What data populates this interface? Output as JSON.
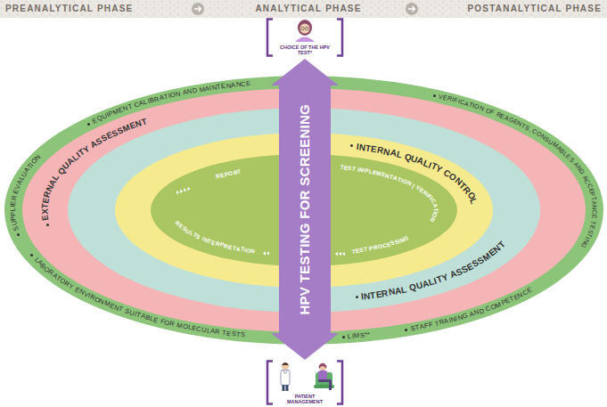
{
  "diagram": {
    "nodes": [
      {
        "text": [
          "CHOICE OF THE HPV TEST*"
        ]
      },
      {
        "text": [
          "EQUIPMENT CALIBRATION AND MAINTENANCE",
          "VERIFICATION OF REAGENTS, CONSUMABLES AND ACCEPTANCE TESTING",
          "SUPPLIER EVALUATION",
          "LABORATORY ENVIRONMENT SUITABLE FOR MOLECULAR TESTS",
          "LIMS**",
          "STAFF TRAINING AND COMPETENCE"
        ]
      },
      {
        "text": [
          "EXTERNAL QUALITY ASSESSMENT"
        ],
        "in": 1
      },
      {
        "text": [
          "INTERNAL QUALITY ASSESSMENT"
        ],
        "in": 2
      },
      {
        "text": [
          "INTERNAL QUALITY CONTROL"
        ],
        "in": 3
      },
      {
        "text": [
          "REPORT",
          "TEST IMPLEMENTATION | VERIFICATION",
          "RESULTS INTERPRETATION",
          "TEST PROCESSING"
        ],
        "in": 4
      },
      {
        "text": [
          "HPV TESTING FOR SCREENING"
        ]
      },
      {
        "text": [
          "PATIENT MANAGEMENT"
        ]
      }
    ],
    "labels": [
      "PREANALYTICAL PHASE",
      "ANALYTICAL PHASE",
      "POSTANALYTICAL PHASE"
    ]
  }
}
